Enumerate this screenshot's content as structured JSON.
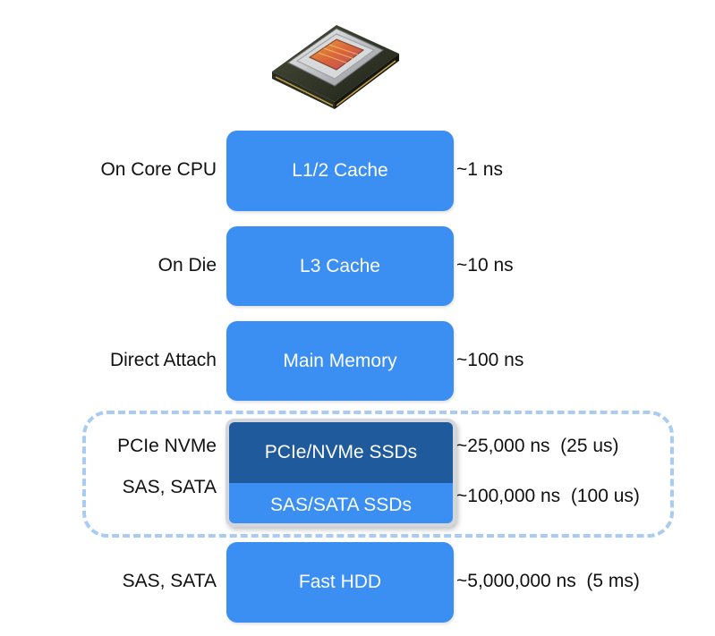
{
  "tiers": [
    {
      "location": "On Core CPU",
      "name": "L1/2 Cache",
      "latency": "~1 ns"
    },
    {
      "location": "On Die",
      "name": "L3 Cache",
      "latency": "~10 ns"
    },
    {
      "location": "Direct Attach",
      "name": "Main Memory",
      "latency": "~100 ns"
    },
    {
      "location": "PCIe NVMe",
      "name": "PCIe/NVMe SSDs",
      "latency": "~25,000 ns  (25 us)"
    },
    {
      "location": "SAS, SATA",
      "name": "SAS/SATA SSDs",
      "latency": "~100,000 ns  (100 us)"
    },
    {
      "location": "SAS, SATA",
      "name": "Fast HDD",
      "latency": "~5,000,000 ns  (5 ms)"
    }
  ],
  "colors": {
    "tier_box": "#3b8ef2",
    "nvme_box": "#1f5a9d",
    "dashed_border": "#a9ccf4"
  },
  "images": {
    "processor": "cpu-chip-photo"
  }
}
